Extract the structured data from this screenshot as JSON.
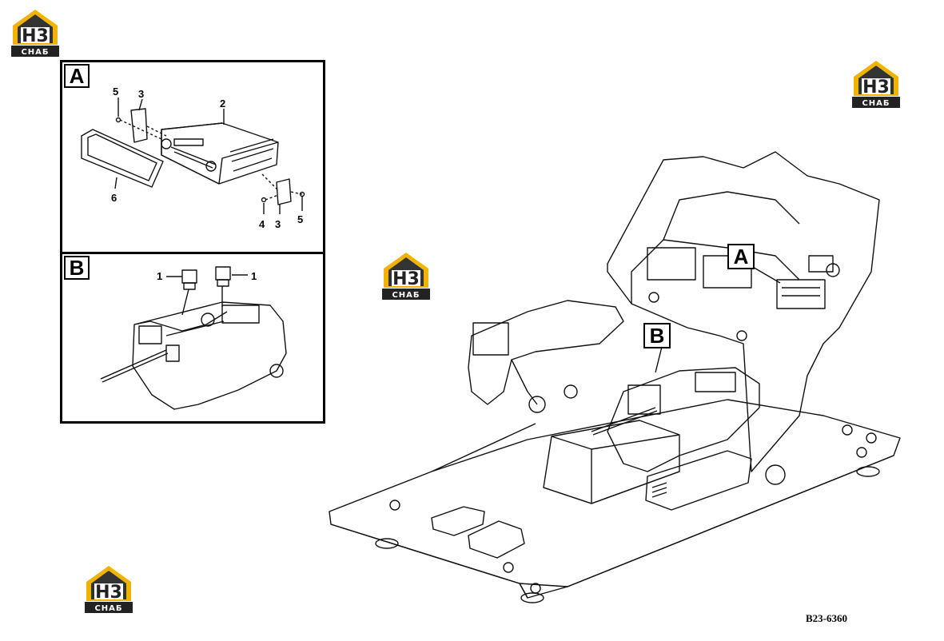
{
  "brand": {
    "logo_main": "H3",
    "logo_sub": "СНАБ",
    "color_house": "#f0b400",
    "color_dark": "#222222"
  },
  "panel_a": {
    "letter": "A",
    "callouts": [
      "5",
      "3",
      "2",
      "6",
      "4",
      "3",
      "5"
    ]
  },
  "panel_b": {
    "letter": "B",
    "callouts": [
      "1",
      "1"
    ]
  },
  "main_view": {
    "label_a": "A",
    "label_b": "B"
  },
  "drawing_id": "B23-6360"
}
